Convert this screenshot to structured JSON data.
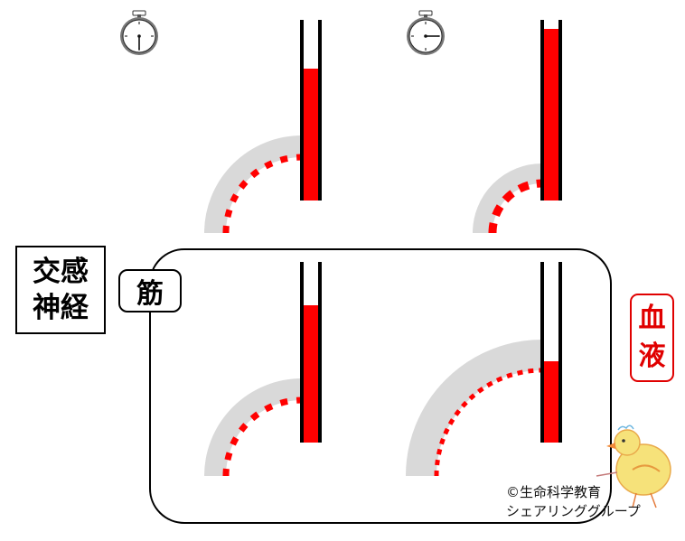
{
  "labels": {
    "sympathetic_line1": "交感",
    "sympathetic_line2": "神経",
    "muscle": "筋",
    "blood_line1": "血",
    "blood_line2": "液"
  },
  "credit": {
    "line1": "©生命科学教育",
    "line2": "シェアリンググループ"
  },
  "colors": {
    "blood": "#ff0000",
    "label_red": "#e00000",
    "vessel": "#d9d9d9",
    "outline": "#000000"
  },
  "columns": [
    {
      "name": "top-left",
      "fill_level": 0.73,
      "flow": "sparse"
    },
    {
      "name": "top-right",
      "fill_level": 0.95,
      "flow": "narrow"
    },
    {
      "name": "bottom-left",
      "fill_level": 0.76,
      "flow": "sparse"
    },
    {
      "name": "bottom-right",
      "fill_level": 0.45,
      "flow": "wide-dense"
    }
  ],
  "timers": [
    {
      "name": "top-left",
      "hand": "down"
    },
    {
      "name": "top-right",
      "hand": "right"
    }
  ]
}
